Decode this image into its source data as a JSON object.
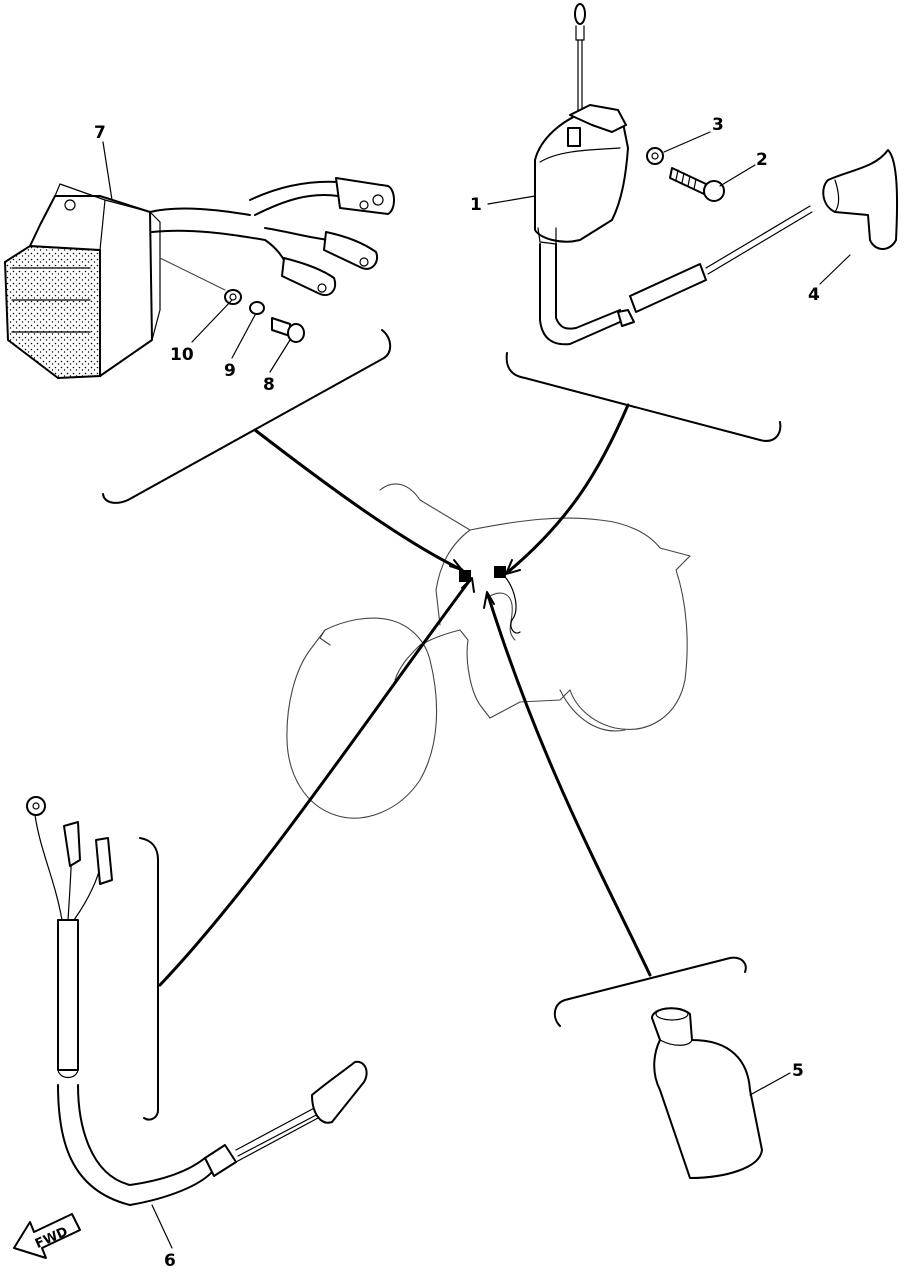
{
  "diagram": {
    "callouts": [
      {
        "id": "part-1",
        "label": "1"
      },
      {
        "id": "part-2",
        "label": "2"
      },
      {
        "id": "part-3",
        "label": "3"
      },
      {
        "id": "part-4",
        "label": "4"
      },
      {
        "id": "part-5",
        "label": "5"
      },
      {
        "id": "part-6",
        "label": "6"
      },
      {
        "id": "part-7",
        "label": "7"
      },
      {
        "id": "part-8",
        "label": "8"
      },
      {
        "id": "part-9",
        "label": "9"
      },
      {
        "id": "part-10",
        "label": "10"
      }
    ],
    "direction_arrow": {
      "label": "FWD"
    }
  }
}
